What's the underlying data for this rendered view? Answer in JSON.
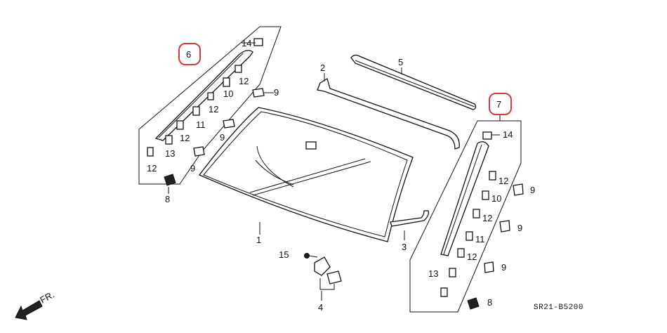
{
  "diagram": {
    "code": "SR21-B5200",
    "direction": "FR.",
    "highlight_color": "#d23a3a",
    "callouts": {
      "c1": "1",
      "c2": "2",
      "c3": "3",
      "c4": "4",
      "c5": "5",
      "c6": "6",
      "c7": "7",
      "c15": "15",
      "l8": "8",
      "l9a": "9",
      "l9b": "9",
      "l9c": "9",
      "l10": "10",
      "l11": "11",
      "l12a": "12",
      "l12b": "12",
      "l12c": "12",
      "l12d": "12",
      "l13": "13",
      "l14": "14",
      "r8": "8",
      "r9a": "9",
      "r9b": "9",
      "r9c": "9",
      "r10": "10",
      "r11": "11",
      "r12a": "12",
      "r12b": "12",
      "r12c": "12",
      "r13": "13",
      "r14": "14"
    }
  }
}
